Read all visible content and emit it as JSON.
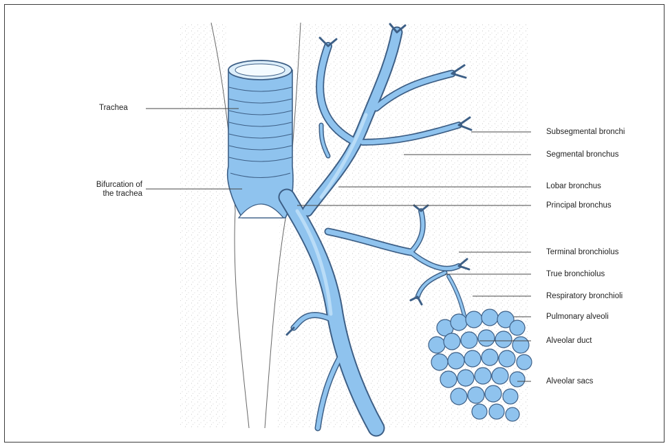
{
  "labels": {
    "trachea": "Trachea",
    "bifurcation_line1": "Bifurcation of",
    "bifurcation_line2": "the trachea",
    "subsegmental_bronchi": "Subsegmental bronchi",
    "segmental_bronchus": "Segmental bronchus",
    "lobar_bronchus": "Lobar bronchus",
    "principal_bronchus": "Principal bronchus",
    "terminal_bronchiolus": "Terminal bronchiolus",
    "true_bronchiolus": "True bronchiolus",
    "respiratory_bronchioli": "Respiratory bronchioli",
    "pulmonary_alveoli": "Pulmonary alveoli",
    "alveolar_duct": "Alveolar duct",
    "alveolar_sacs": "Alveolar sacs"
  },
  "colors": {
    "airway_fill": "#8fc3ee",
    "airway_light": "#b9dcf7",
    "airway_dark": "#5b96cc",
    "outline": "#3d5f86",
    "lung_stipple": "#cfcfcf",
    "leader_line": "#444444"
  }
}
